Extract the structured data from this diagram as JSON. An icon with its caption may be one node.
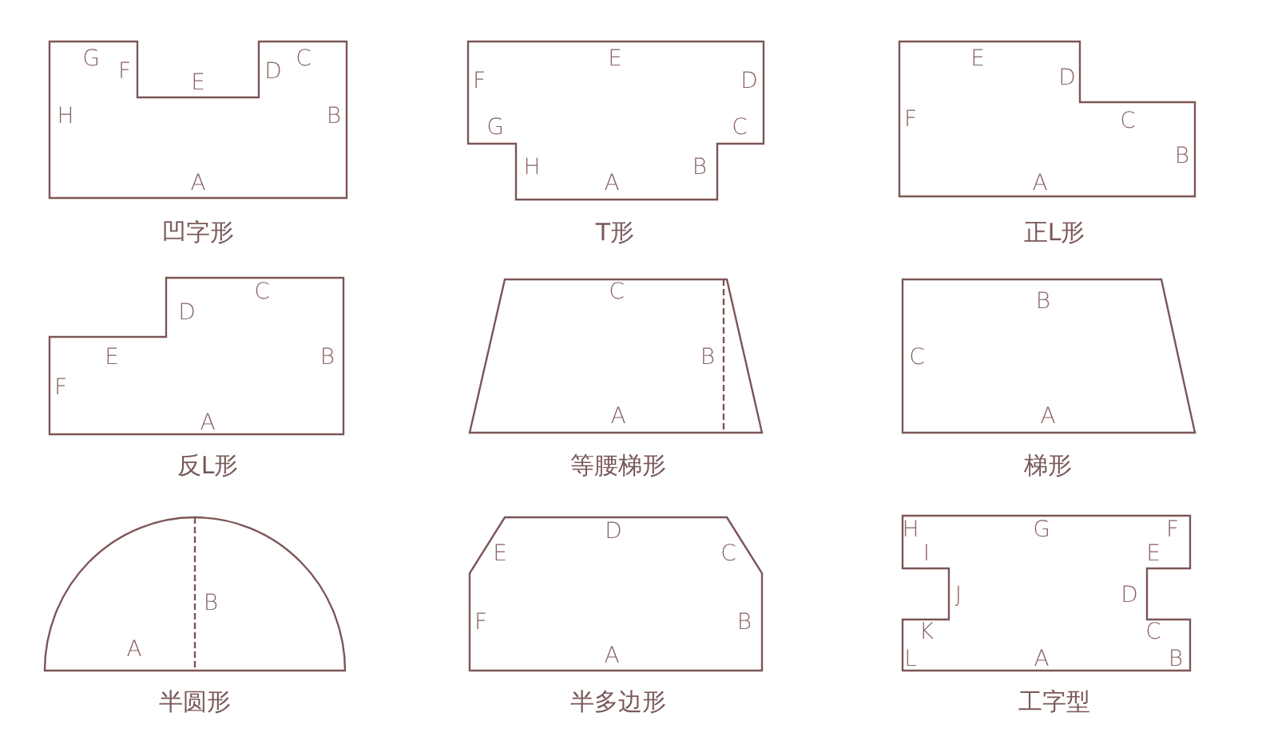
{
  "diagram": {
    "nodes": [
      {
        "text": [
          "G",
          "F",
          "E",
          "D",
          "C",
          "H",
          "B",
          "A"
        ],
        "beside": [
          "凹字形"
        ]
      },
      {
        "text": [
          "E",
          "F",
          "D",
          "G",
          "C",
          "H",
          "A",
          "B"
        ],
        "beside": [
          "T形"
        ]
      },
      {
        "text": [
          "E",
          "D",
          "F",
          "C",
          "B",
          "A"
        ],
        "beside": [
          "正L形"
        ]
      },
      {
        "text": [
          "C",
          "D",
          "E",
          "B",
          "F",
          "A"
        ],
        "beside": [
          "反L形"
        ]
      },
      {
        "text": [
          "C",
          "B",
          "A"
        ],
        "beside": [
          "等腰梯形"
        ]
      },
      {
        "text": [
          "B",
          "C",
          "A"
        ],
        "beside": [
          "梯形"
        ]
      },
      {
        "text": [
          "B",
          "A"
        ],
        "beside": [
          "半圆形"
        ]
      },
      {
        "text": [
          "D",
          "E",
          "C",
          "F",
          "B",
          "A"
        ],
        "beside": [
          "半多边形"
        ]
      },
      {
        "text": [
          "H",
          "G",
          "F",
          "I",
          "E",
          "J",
          "D",
          "K",
          "C",
          "L",
          "A",
          "B"
        ],
        "beside": [
          "工字型"
        ]
      }
    ]
  }
}
